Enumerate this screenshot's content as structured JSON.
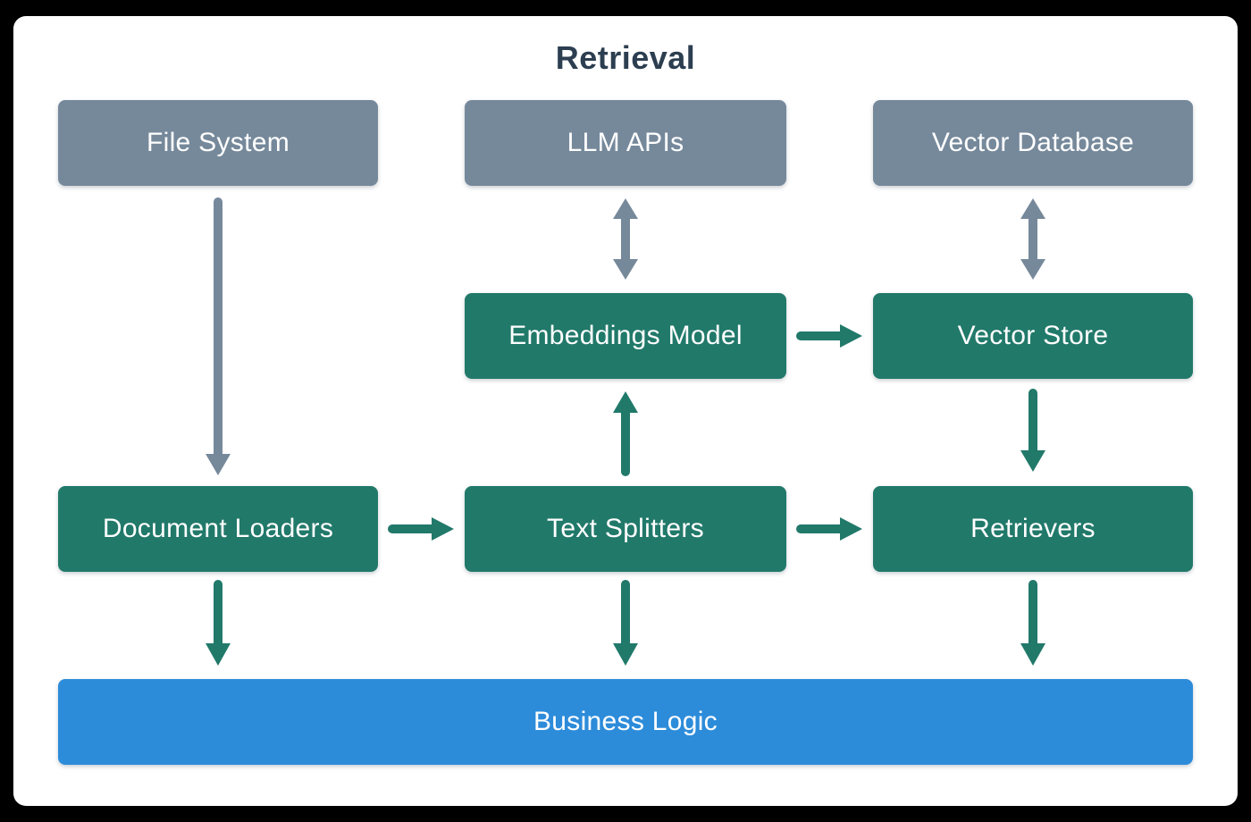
{
  "title": "Retrieval",
  "colors": {
    "background": "#000000",
    "card": "#FFFFFF",
    "gray_node": "#76899B",
    "green_node": "#21796A",
    "blue_node": "#2D8CDA",
    "gray_arrow": "#76899B",
    "green_arrow": "#21796A",
    "title_text": "#2C3E50",
    "node_text": "#FFFFFF"
  },
  "nodes": {
    "file_system": {
      "label": "File System",
      "color_group": "gray"
    },
    "llm_apis": {
      "label": "LLM APIs",
      "color_group": "gray"
    },
    "vector_database": {
      "label": "Vector Database",
      "color_group": "gray"
    },
    "embeddings_model": {
      "label": "Embeddings Model",
      "color_group": "green"
    },
    "vector_store": {
      "label": "Vector Store",
      "color_group": "green"
    },
    "document_loaders": {
      "label": "Document Loaders",
      "color_group": "green"
    },
    "text_splitters": {
      "label": "Text Splitters",
      "color_group": "green"
    },
    "retrievers": {
      "label": "Retrievers",
      "color_group": "green"
    },
    "business_logic": {
      "label": "Business Logic",
      "color_group": "blue"
    }
  },
  "edges": [
    {
      "from": "file_system",
      "to": "document_loaders",
      "style": "gray",
      "bidirectional": false
    },
    {
      "from": "llm_apis",
      "to": "embeddings_model",
      "style": "gray",
      "bidirectional": true
    },
    {
      "from": "vector_database",
      "to": "vector_store",
      "style": "gray",
      "bidirectional": true
    },
    {
      "from": "embeddings_model",
      "to": "vector_store",
      "style": "green",
      "bidirectional": false
    },
    {
      "from": "text_splitters",
      "to": "embeddings_model",
      "style": "green",
      "bidirectional": false
    },
    {
      "from": "vector_store",
      "to": "retrievers",
      "style": "green",
      "bidirectional": false
    },
    {
      "from": "document_loaders",
      "to": "text_splitters",
      "style": "green",
      "bidirectional": false
    },
    {
      "from": "text_splitters",
      "to": "retrievers",
      "style": "green",
      "bidirectional": false
    },
    {
      "from": "document_loaders",
      "to": "business_logic",
      "style": "green",
      "bidirectional": false
    },
    {
      "from": "text_splitters",
      "to": "business_logic",
      "style": "green",
      "bidirectional": false
    },
    {
      "from": "retrievers",
      "to": "business_logic",
      "style": "green",
      "bidirectional": false
    }
  ]
}
